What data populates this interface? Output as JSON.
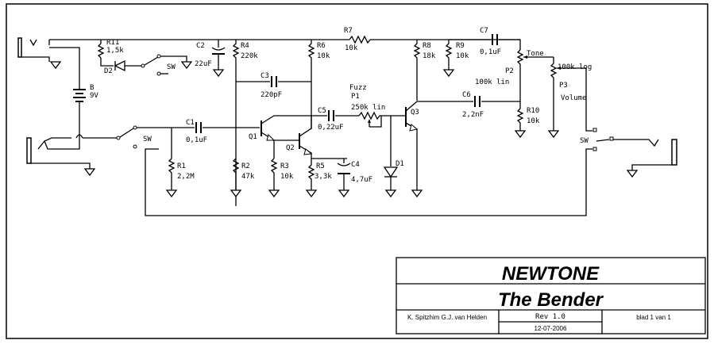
{
  "schematic": {
    "components": {
      "R1": {
        "ref": "R1",
        "value": "2,2M"
      },
      "R2": {
        "ref": "R2",
        "value": "47k"
      },
      "R3": {
        "ref": "R3",
        "value": "10k"
      },
      "R4": {
        "ref": "R4",
        "value": "220k"
      },
      "R5": {
        "ref": "R5",
        "value": "3,3k"
      },
      "R6": {
        "ref": "R6",
        "value": "10k"
      },
      "R7": {
        "ref": "R7",
        "value": "10k"
      },
      "R8": {
        "ref": "R8",
        "value": "18k"
      },
      "R9": {
        "ref": "R9",
        "value": "10k"
      },
      "R10": {
        "ref": "R10",
        "value": "10k"
      },
      "R11": {
        "ref": "R11",
        "value": "1,5k"
      },
      "C1": {
        "ref": "C1",
        "value": "0,1uF"
      },
      "C2": {
        "ref": "C2",
        "value": "22uF"
      },
      "C3": {
        "ref": "C3",
        "value": "220pF"
      },
      "C4": {
        "ref": "C4",
        "value": "4,7uF"
      },
      "C5": {
        "ref": "C5",
        "value": "0,22uF"
      },
      "C6": {
        "ref": "C6",
        "value": "2,2nF"
      },
      "C7": {
        "ref": "C7",
        "value": "0,1uF"
      },
      "P1": {
        "ref": "P1",
        "value": "250k lin",
        "name": "Fuzz"
      },
      "P2": {
        "ref": "P2",
        "value": "100k lin",
        "name": "Tone"
      },
      "P3": {
        "ref": "P3",
        "value": "100k log",
        "name": "Volume"
      },
      "Q1": {
        "ref": "Q1"
      },
      "Q2": {
        "ref": "Q2"
      },
      "Q3": {
        "ref": "Q3"
      },
      "D1": {
        "ref": "D1"
      },
      "D2": {
        "ref": "D2"
      },
      "B": {
        "ref": "B",
        "value": "9V"
      },
      "SW": {
        "ref": "SW"
      }
    }
  },
  "title_block": {
    "company": "NEWTONE",
    "title": "The Bender",
    "authors": "K. Spitzhim G.J. van Helden",
    "revision": "Rev 1.0",
    "date": "12-07-2006",
    "sheet": "blad 1 van 1"
  }
}
